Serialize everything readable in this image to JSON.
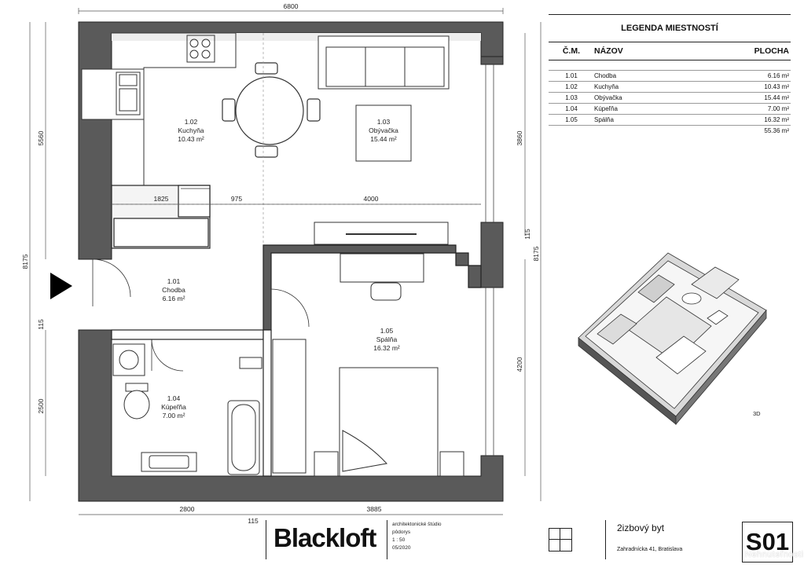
{
  "dimensions": {
    "top_width": "6800",
    "left_total": "8175",
    "left_upper": "5560",
    "left_gap": "115",
    "left_lower": "2500",
    "right_upper": "3860",
    "right_gap": "115",
    "right_lower": "4200",
    "right_total": "8175",
    "mid_1": "1825",
    "mid_2": "975",
    "mid_3": "4000",
    "bottom_1": "2800",
    "bottom_2": "3885",
    "bottom_3": "115"
  },
  "rooms": [
    {
      "number": "1.02",
      "name": "Kuchyňa",
      "area": "10.43 m²"
    },
    {
      "number": "1.03",
      "name": "Obývačka",
      "area": "15.44 m²"
    },
    {
      "number": "1.01",
      "name": "Chodba",
      "area": "6.16 m²"
    },
    {
      "number": "1.05",
      "name": "Spálňa",
      "area": "16.32 m²"
    },
    {
      "number": "1.04",
      "name": "Kúpeľňa",
      "area": "7.00 m²"
    }
  ],
  "label_3d": "3D",
  "legend": {
    "title": "LEGENDA MIESTNOSTÍ",
    "col_number": "Č.M.",
    "col_name": "NÁZOV",
    "col_area": "PLOCHA",
    "rows": [
      {
        "number": "1.01",
        "name": "Chodba",
        "area": "6.16 m²"
      },
      {
        "number": "1.02",
        "name": "Kuchyňa",
        "area": "10.43 m²"
      },
      {
        "number": "1.03",
        "name": "Obývačka",
        "area": "15.44 m²"
      },
      {
        "number": "1.04",
        "name": "Kúpeľňa",
        "area": "7.00 m²"
      },
      {
        "number": "1.05",
        "name": "Spálňa",
        "area": "16.32 m²"
      }
    ],
    "total": "55.36 m²"
  },
  "title_block": {
    "brand": "Blackloft",
    "studio_lines": [
      "architektonické štúdio",
      "pôdorys",
      "1 : 50",
      "05/2020"
    ],
    "project_name": "2izbový byt",
    "address": "Zahradnícka 41, Bratislava",
    "sheet": "S01",
    "watermark": "Nehnuteľnosti"
  }
}
